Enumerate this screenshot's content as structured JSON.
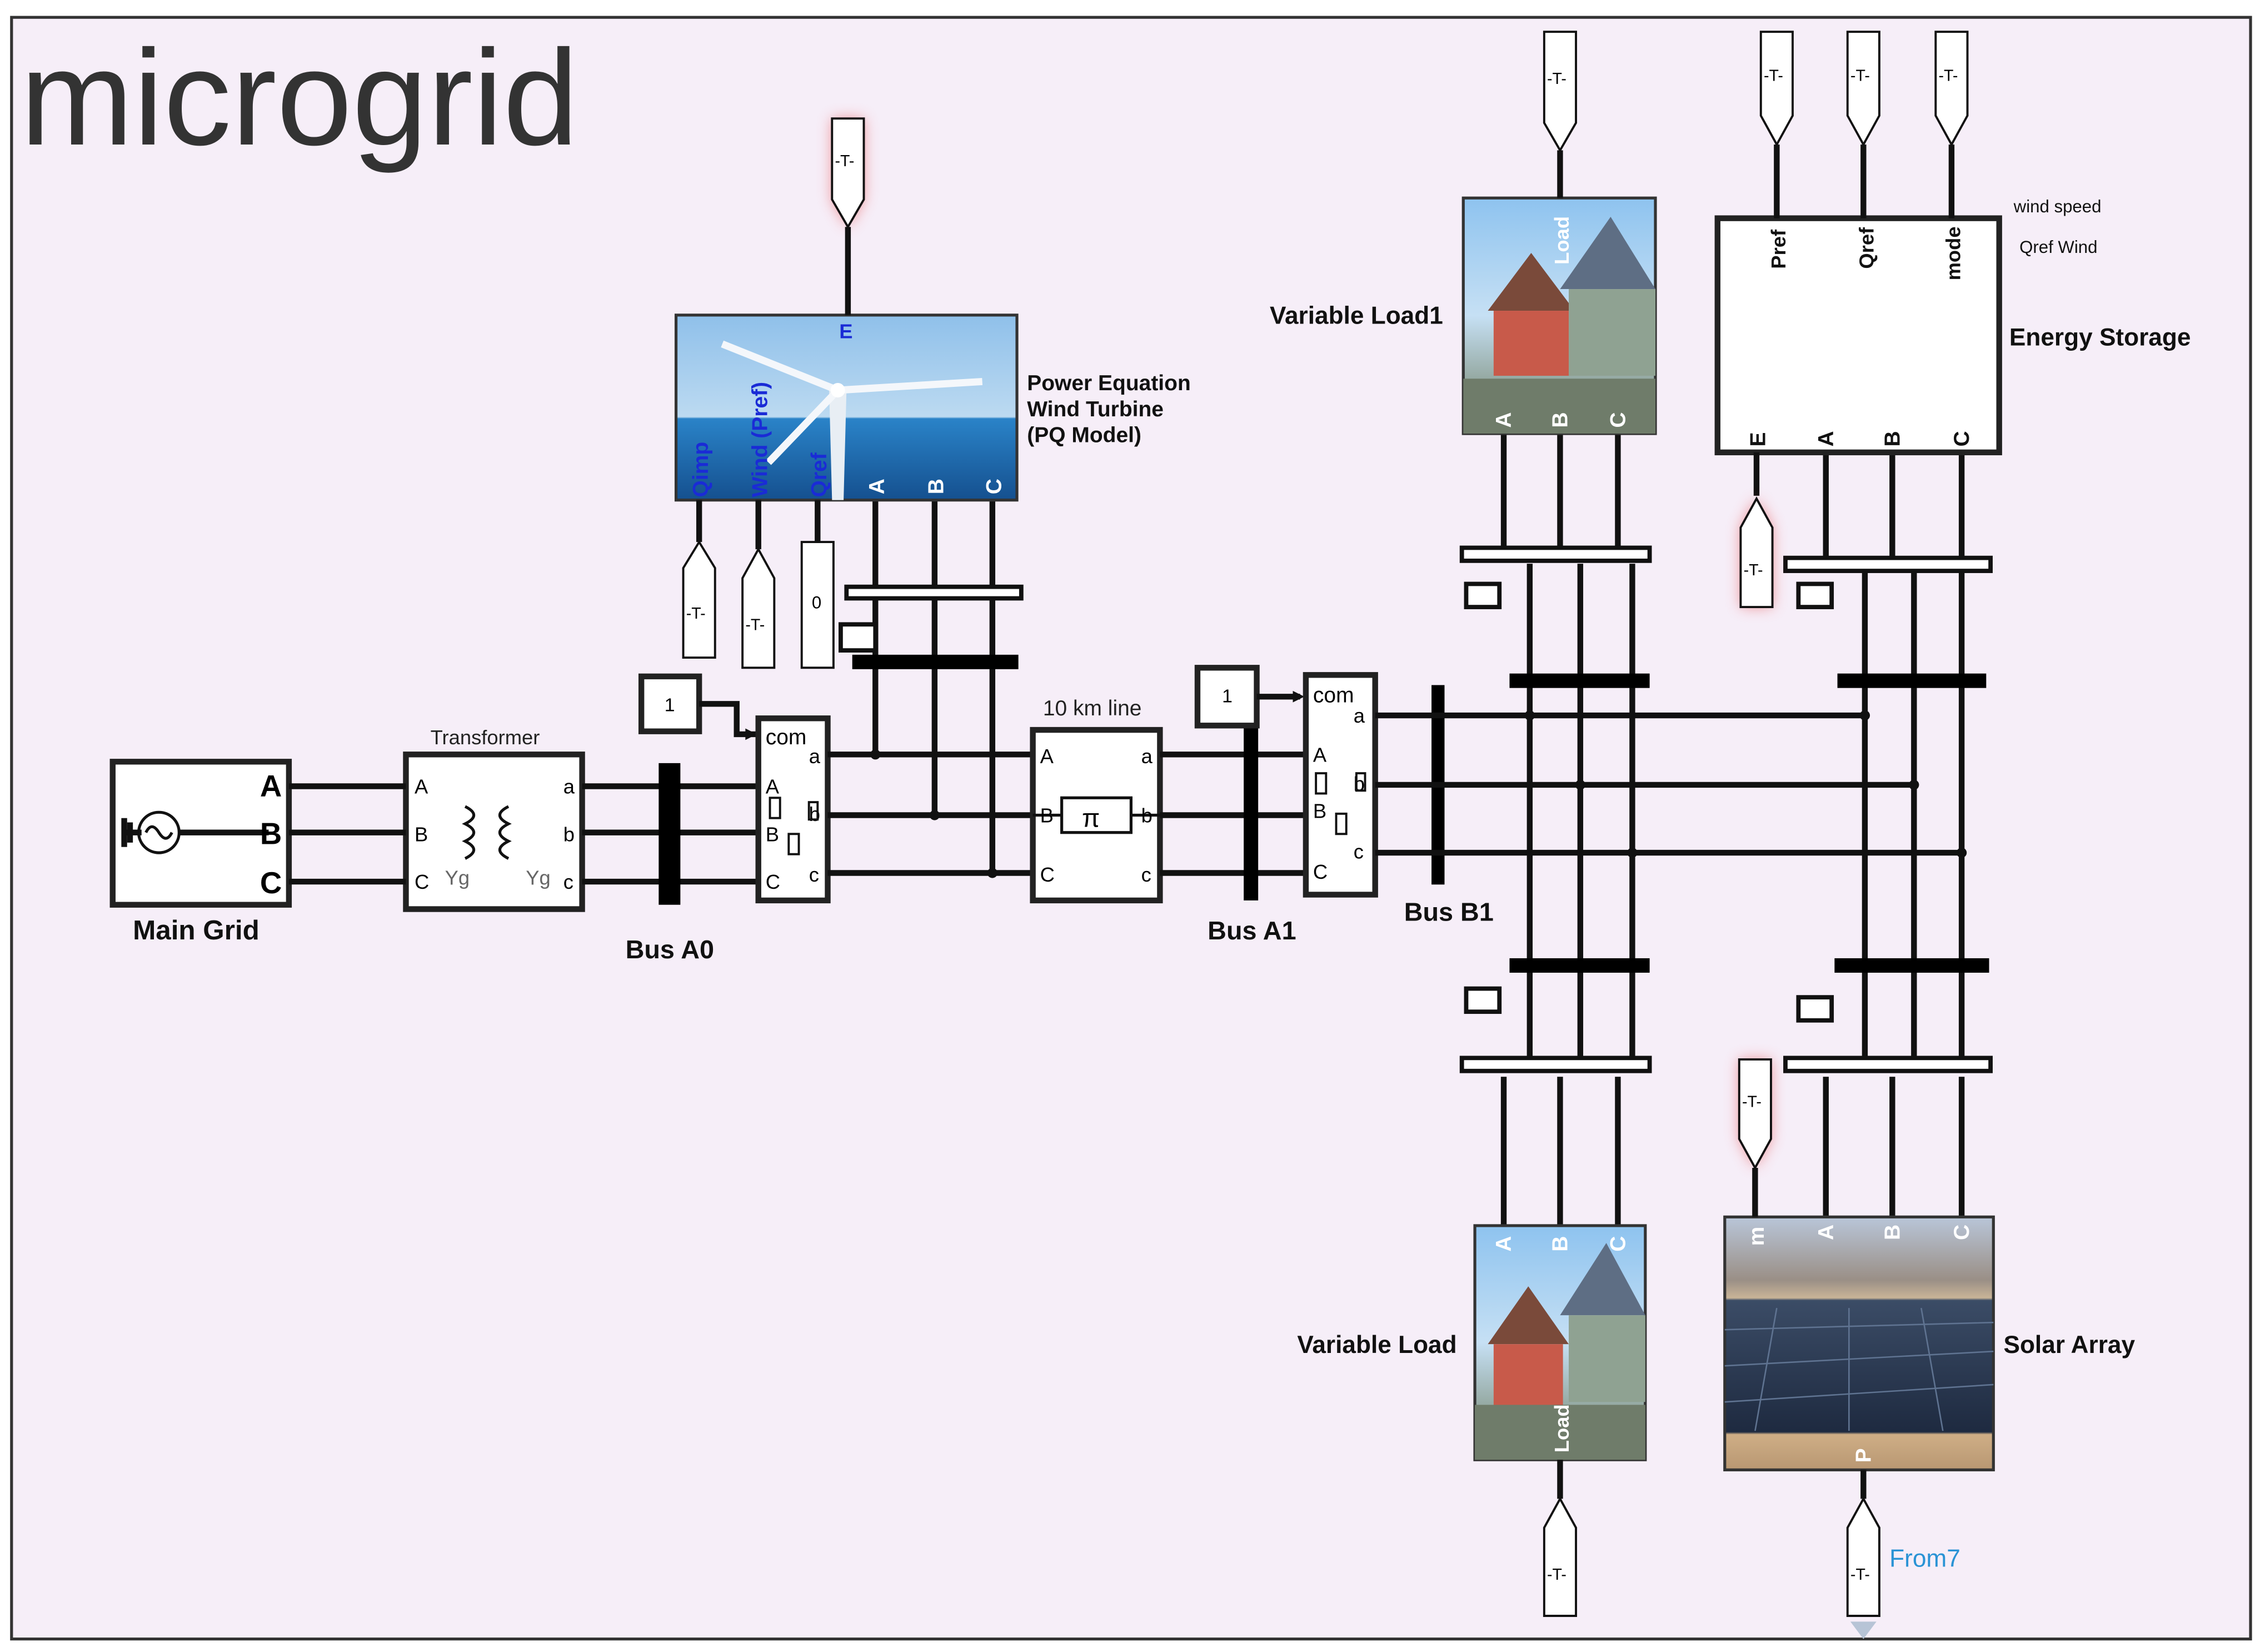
{
  "title": "microgrid",
  "blocks": {
    "main_grid": {
      "label": "Main Grid",
      "ports": [
        "A",
        "B",
        "C"
      ]
    },
    "transformer": {
      "label": "Transformer",
      "in_ports": [
        "A",
        "B",
        "C"
      ],
      "out_ports": [
        "a",
        "b",
        "c"
      ],
      "winding_left": "Yg",
      "winding_right": "Yg"
    },
    "bus_a0": {
      "label": "Bus A0"
    },
    "bus_a1": {
      "label": "Bus A1"
    },
    "bus_b1": {
      "label": "Bus B1"
    },
    "switch_1": {
      "const": "1",
      "com": "com",
      "ports_in": [
        "A",
        "B",
        "C"
      ],
      "ports_out": [
        "a",
        "b",
        "c"
      ]
    },
    "switch_2": {
      "const": "1",
      "com": "com",
      "ports_in": [
        "A",
        "B",
        "C"
      ],
      "ports_out": [
        "a",
        "b",
        "c"
      ]
    },
    "line": {
      "label": "10 km line",
      "symbol": "π",
      "ports_in": [
        "A",
        "B",
        "C"
      ],
      "ports_out": [
        "a",
        "b",
        "c"
      ]
    },
    "wind": {
      "label_lines": [
        "Power Equation",
        "Wind Turbine",
        "(PQ Model)"
      ],
      "ports_in": [
        "Qimp",
        "Wind (Pref)",
        "Qref"
      ],
      "ports_out": [
        "A",
        "B",
        "C"
      ],
      "top_port": "E",
      "const_input": "0"
    },
    "load1": {
      "label": "Variable Load1",
      "name_port": "Load",
      "ports": [
        "A",
        "B",
        "C"
      ]
    },
    "load2": {
      "label": "Variable Load",
      "name_port": "Load",
      "ports": [
        "A",
        "B",
        "C"
      ]
    },
    "storage": {
      "label": "Energy Storage",
      "ports_in": [
        "Pref",
        "Qref",
        "mode"
      ],
      "ports_out": [
        "E",
        "A",
        "B",
        "C"
      ],
      "note1": "wind speed",
      "note2": "Qref Wind"
    },
    "solar": {
      "label": "Solar Array",
      "ports_top": [
        "m",
        "A",
        "B",
        "C"
      ],
      "port_bottom": "P",
      "from_label": "From7"
    }
  },
  "goto_tag": "-T-",
  "colors": {
    "background": "#f6eef8",
    "frame": "#333333",
    "block_text_blue": "#1a2bd6",
    "highlight_red": "#e84a4a",
    "from_label": "#2a93d5",
    "sky": "#9ec7eb",
    "sea": "#1c6fb3"
  }
}
